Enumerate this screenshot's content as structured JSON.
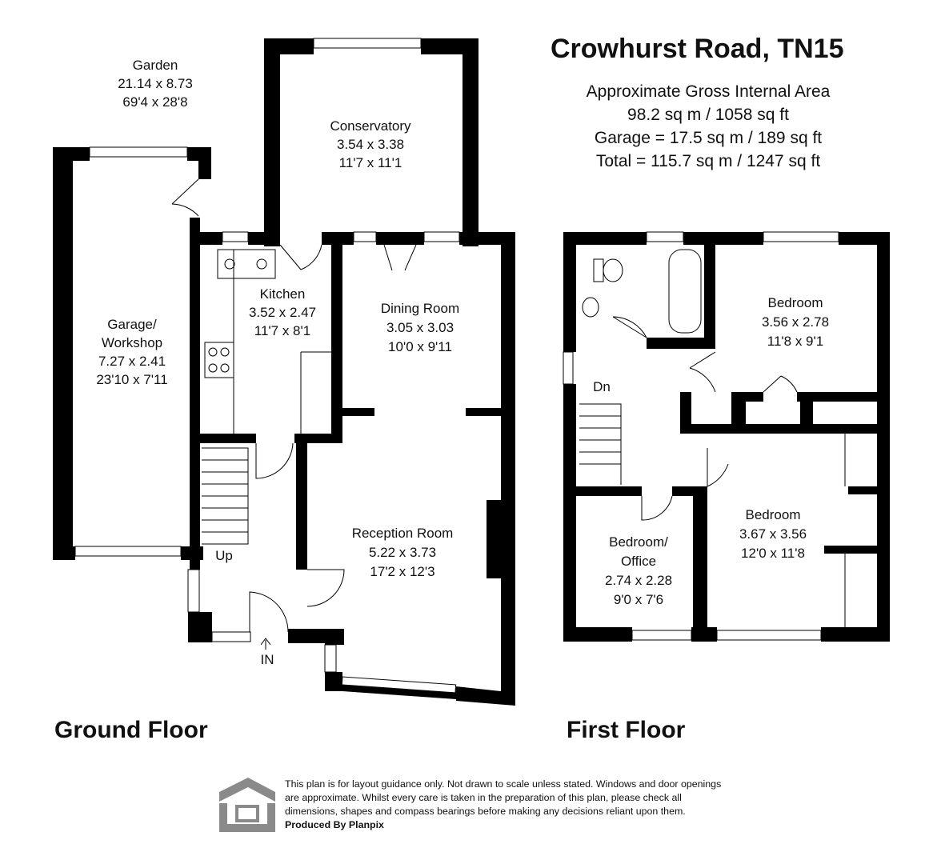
{
  "title": "Crowhurst Road, TN15",
  "area": {
    "heading": "Approximate Gross Internal Area",
    "main": "98.2 sq m / 1058 sq ft",
    "garage": "Garage = 17.5 sq m / 189 sq ft",
    "total": "Total = 115.7 sq m / 1247 sq ft"
  },
  "floors": {
    "ground": "Ground Floor",
    "first": "First Floor"
  },
  "rooms": {
    "garden": {
      "name": "Garden",
      "metric": "21.14 x 8.73",
      "imperial": "69'4 x 28'8"
    },
    "conservatory": {
      "name": "Conservatory",
      "metric": "3.54 x 3.38",
      "imperial": "11'7 x 11'1"
    },
    "kitchen": {
      "name": "Kitchen",
      "metric": "3.52 x 2.47",
      "imperial": "11'7 x 8'1"
    },
    "dining": {
      "name": "Dining Room",
      "metric": "3.05 x 3.03",
      "imperial": "10'0 x 9'11"
    },
    "garage": {
      "name": "Garage/",
      "name2": "Workshop",
      "metric": "7.27 x 2.41",
      "imperial": "23'10 x 7'11"
    },
    "reception": {
      "name": "Reception Room",
      "metric": "5.22 x 3.73",
      "imperial": "17'2 x 12'3"
    },
    "bedroom1": {
      "name": "Bedroom",
      "metric": "3.56 x 2.78",
      "imperial": "11'8 x 9'1"
    },
    "bedroom2": {
      "name": "Bedroom",
      "metric": "3.67 x 3.56",
      "imperial": "12'0 x 11'8"
    },
    "office": {
      "name": "Bedroom/",
      "name2": "Office",
      "metric": "2.74 x 2.28",
      "imperial": "9'0 x 7'6"
    }
  },
  "stair_labels": {
    "up": "Up",
    "down": "Dn",
    "entrance": "IN"
  },
  "disclaimer": {
    "line1": "This plan is for layout guidance only. Not drawn to scale unless stated. Windows and door openings",
    "line2": "are approximate. Whilst every care is taken in the preparation of this plan, please check all",
    "line3": "dimensions, shapes and compass bearings before making any decisions reliant upon them.",
    "credit": "Produced By Planpix"
  },
  "logo_icon": "planpix-logo-icon",
  "colors": {
    "wall": "#000000",
    "text": "#111111",
    "logo": "#8a8a8a"
  }
}
